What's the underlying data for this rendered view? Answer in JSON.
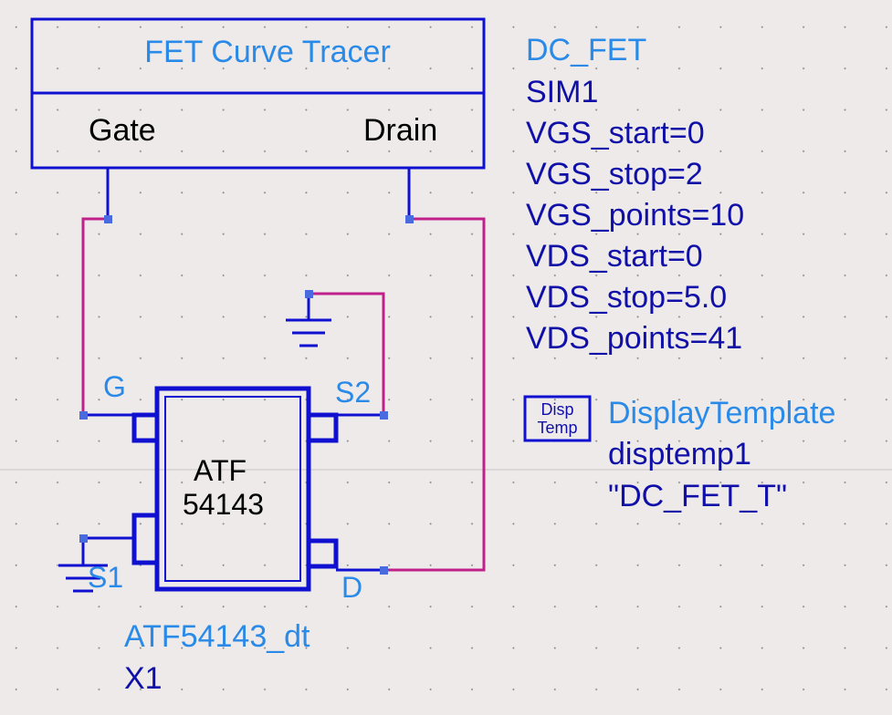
{
  "tracer": {
    "title": "FET Curve Tracer",
    "gate_label": "Gate",
    "drain_label": "Drain"
  },
  "simulation": {
    "type": "DC_FET",
    "instance": "SIM1",
    "params": [
      "VGS_start=0",
      "VGS_stop=2",
      "VGS_points=10",
      "VDS_start=0",
      "VDS_stop=5.0",
      "VDS_points=41"
    ]
  },
  "display_template": {
    "icon_line1": "Disp",
    "icon_line2": "Temp",
    "name": "DisplayTemplate",
    "instance": "disptemp1",
    "value": "\"DC_FET_T\""
  },
  "transistor": {
    "part_line1": "ATF",
    "part_line2": "54143",
    "model": "ATF54143_dt",
    "instance": "X1",
    "pins": {
      "gate": "G",
      "source2": "S2",
      "source1": "S1",
      "drain": "D"
    }
  },
  "colors": {
    "component": "#1010d0",
    "wire": "#c0208a",
    "pin_node": "#4a6ae0",
    "label_blue": "#2a8ae8",
    "label_navy": "#1010a8",
    "background": "#eeeaea"
  }
}
